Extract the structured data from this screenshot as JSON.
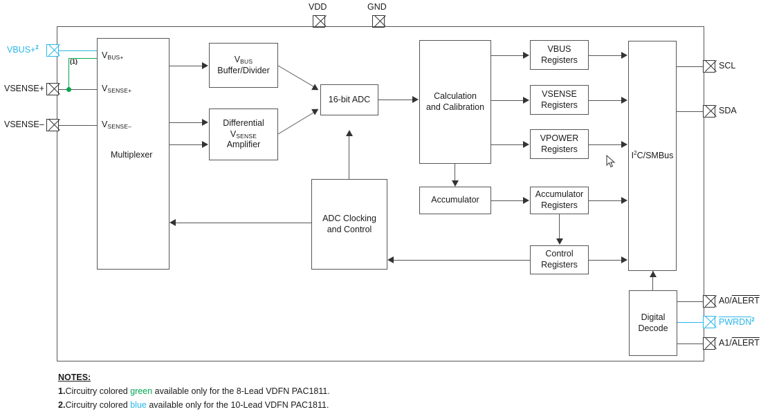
{
  "diagram": {
    "title_pins_top": [
      {
        "name": "VDD",
        "label": "VDD"
      },
      {
        "name": "GND",
        "label": "GND"
      }
    ],
    "left_pins": [
      {
        "label": "VBUS+",
        "note": "2",
        "color": "#29b6e8"
      },
      {
        "label": "VSENSE+",
        "note": "",
        "color": "#1a1a1a"
      },
      {
        "label": "VSENSE–",
        "note": "",
        "color": "#1a1a1a"
      }
    ],
    "right_pins": [
      {
        "label": "SCL",
        "overline": "",
        "note": "",
        "color": "#1a1a1a"
      },
      {
        "label": "SDA",
        "overline": "",
        "note": "",
        "color": "#1a1a1a"
      },
      {
        "label": "A0/",
        "overline": "ALERT",
        "note": "",
        "color": "#1a1a1a"
      },
      {
        "label": "",
        "overline": "PWRDN",
        "note": "2",
        "color": "#29b6e8"
      },
      {
        "label": "A1/",
        "overline": "ALERT",
        "note": "",
        "color": "#1a1a1a"
      }
    ],
    "mux": {
      "name": "Multiplexer",
      "label": "Multiplexer",
      "inputs": [
        {
          "base": "V",
          "sub": "BUS+"
        },
        {
          "base": "V",
          "sub": "SENSE+"
        },
        {
          "base": "V",
          "sub": "SENSE–"
        }
      ]
    },
    "blocks": {
      "vbus_buffer_line1_base": "V",
      "vbus_buffer_line1_sub": "BUS",
      "vbus_buffer_line2": "Buffer/Divider",
      "diff_amp_line1": "Differential",
      "diff_amp_line2_base": "V",
      "diff_amp_line2_sub": "SENSE",
      "diff_amp_line3": "Amplifier",
      "adc": "16-bit ADC",
      "calculation_line1": "Calculation",
      "calculation_line2": "and Calibration",
      "adc_clocking_line1": "ADC Clocking",
      "adc_clocking_line2": "and Control",
      "accumulator": "Accumulator",
      "vbus_registers_line1": "VBUS",
      "vbus_registers_line2": "Registers",
      "vsense_registers_line1": "VSENSE",
      "vsense_registers_line2": "Registers",
      "vpower_registers_line1": "VPOWER",
      "vpower_registers_line2": "Registers",
      "accumulator_registers_line1": "Accumulator",
      "accumulator_registers_line2": "Registers",
      "control_registers_line1": "Control",
      "control_registers_line2": "Registers",
      "i2c_smbus_base": "I",
      "i2c_smbus_sup": "2",
      "i2c_smbus_rest": "C/SMBus",
      "digital_decode_line1": "Digital",
      "digital_decode_line2": "Decode"
    },
    "annotations": {
      "green_branch_marker": "(1)"
    },
    "notes": {
      "header": "NOTES:",
      "items": [
        {
          "num": "1.",
          "pre": "Circuitry colored ",
          "color_word": "green",
          "post": " available only for the 8-Lead VDFN PAC1811.",
          "color": "#00a650"
        },
        {
          "num": "2.",
          "pre": "Circuitry colored ",
          "color_word": "blue",
          "post": " available only for the 10-Lead VDFN PAC1811.",
          "color": "#29b6e8"
        }
      ]
    },
    "colors": {
      "line": "#555555",
      "green": "#00a650",
      "blue": "#29b6e8",
      "text": "#1a1a1a"
    }
  }
}
